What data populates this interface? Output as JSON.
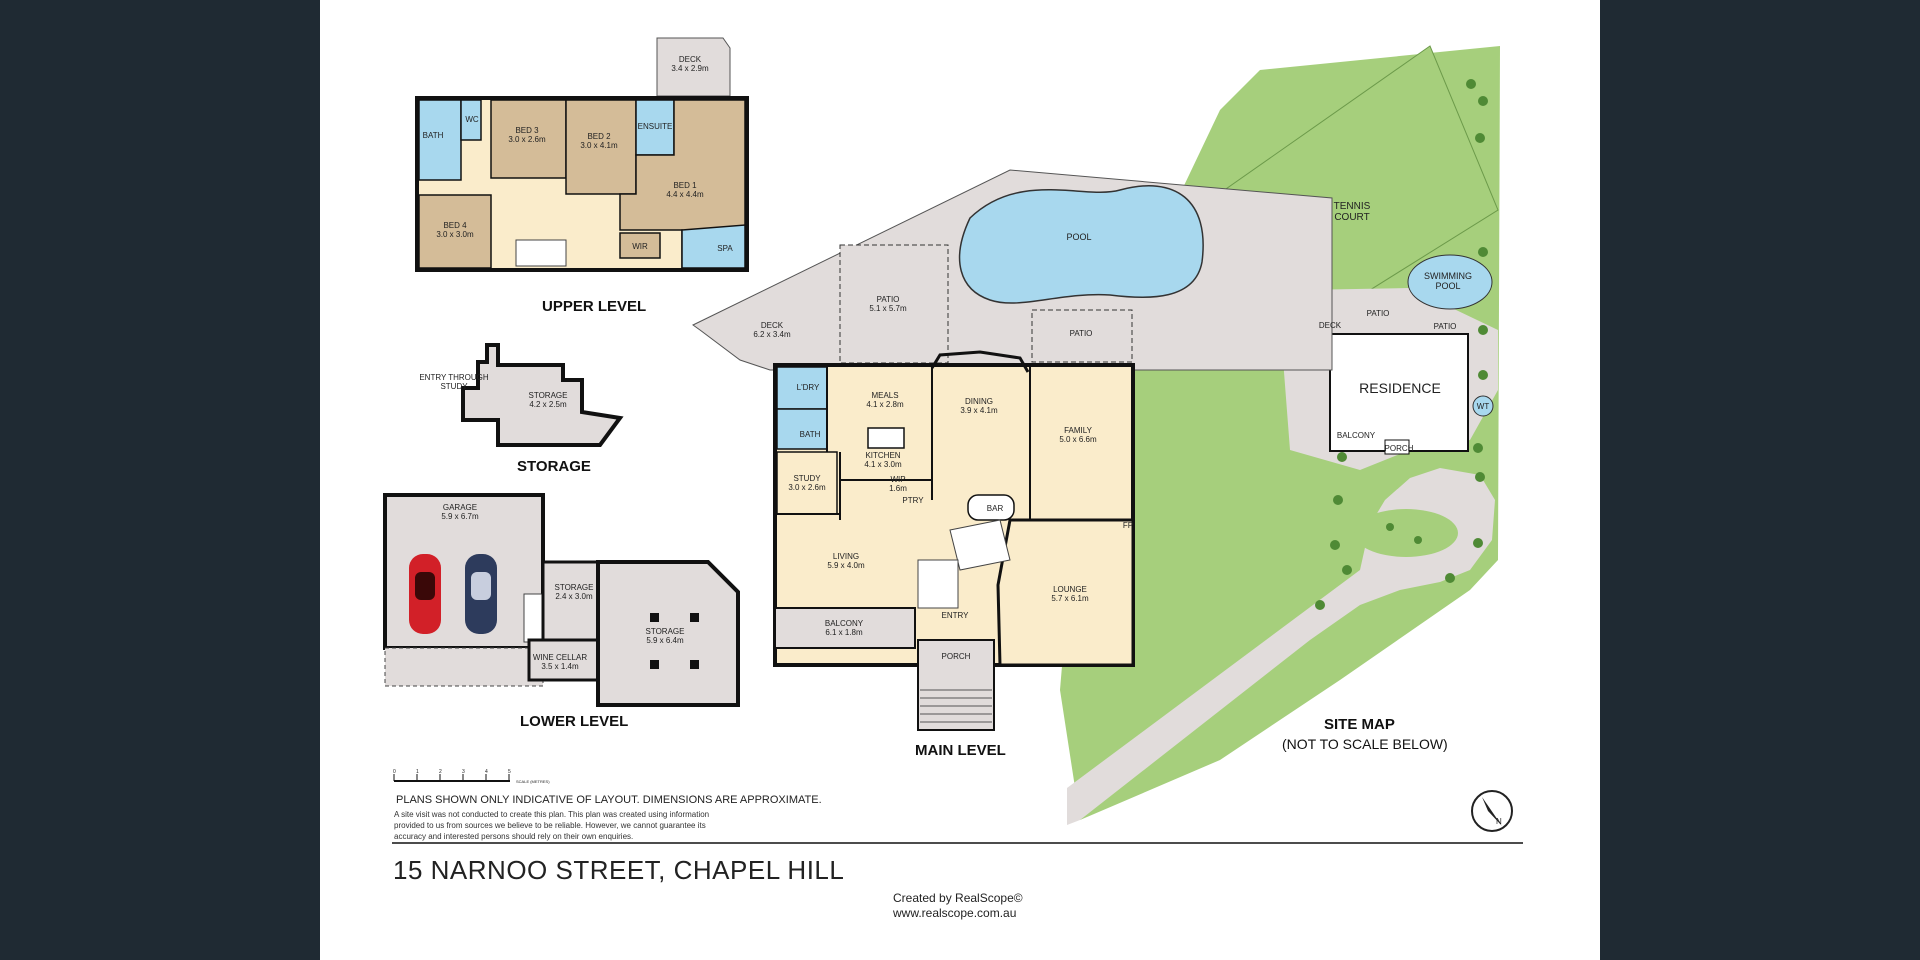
{
  "title": "15 NARNOO STREET, CHAPEL HILL",
  "levels": {
    "upper": "UPPER LEVEL",
    "storage": "STORAGE",
    "lower": "LOWER LEVEL",
    "main": "MAIN LEVEL",
    "site_map": "SITE MAP",
    "site_map_note": "(NOT TO SCALE BELOW)"
  },
  "rooms": {
    "upper": {
      "deck": [
        "DECK",
        "3.4 x 2.9m"
      ],
      "bath": [
        "BATH"
      ],
      "wc": [
        "WC"
      ],
      "bed3": [
        "BED 3",
        "3.0 x 2.6m"
      ],
      "bed2": [
        "BED 2",
        "3.0 x 4.1m"
      ],
      "ensuite": [
        "ENSUITE"
      ],
      "bed1": [
        "BED 1",
        "4.4 x 4.4m"
      ],
      "bed4": [
        "BED 4",
        "3.0 x 3.0m"
      ],
      "wir": [
        "WIR"
      ],
      "spa": [
        "SPA"
      ]
    },
    "storage_level": {
      "entry": [
        "ENTRY THROUGH",
        "STUDY"
      ],
      "storage": [
        "STORAGE",
        "4.2 x 2.5m"
      ]
    },
    "lower": {
      "garage": [
        "GARAGE",
        "5.9 x 6.7m"
      ],
      "storage_small": [
        "STORAGE",
        "2.4 x 3.0m"
      ],
      "storage_large": [
        "STORAGE",
        "5.9 x 6.4m"
      ],
      "wine_cellar": [
        "WINE CELLAR",
        "3.5 x 1.4m"
      ]
    },
    "main": {
      "pool": [
        "POOL"
      ],
      "patio_large": [
        "PATIO",
        "5.1 x 5.7m"
      ],
      "patio_small": [
        "PATIO"
      ],
      "deck": [
        "DECK",
        "6.2 x 3.4m"
      ],
      "laundry": [
        "L'DRY"
      ],
      "bath": [
        "BATH"
      ],
      "meals": [
        "MEALS",
        "4.1 x 2.8m"
      ],
      "dining": [
        "DINING",
        "3.9 x 4.1m"
      ],
      "family": [
        "FAMILY",
        "5.0 x 6.6m"
      ],
      "kitchen": [
        "KITCHEN",
        "4.1 x 3.0m"
      ],
      "study": [
        "STUDY",
        "3.0 x 2.6m"
      ],
      "wip": [
        "WIP",
        "1.6m"
      ],
      "pantry": [
        "PTRY"
      ],
      "bar": [
        "BAR"
      ],
      "fireplace": [
        "FP"
      ],
      "living": [
        "LIVING",
        "5.9 x 4.0m"
      ],
      "lounge": [
        "LOUNGE",
        "5.7 x 6.1m"
      ],
      "entry": [
        "ENTRY"
      ],
      "balcony": [
        "BALCONY",
        "6.1 x 1.8m"
      ],
      "porch": [
        "PORCH"
      ]
    },
    "site": {
      "tennis": [
        "TENNIS",
        "COURT"
      ],
      "swimming_pool": [
        "SWIMMING",
        "POOL"
      ],
      "deck": [
        "DECK"
      ],
      "patio_a": [
        "PATIO"
      ],
      "patio_b": [
        "PATIO"
      ],
      "residence": [
        "RESIDENCE"
      ],
      "wt": [
        "WT"
      ],
      "balcony": [
        "BALCONY"
      ],
      "porch": [
        "PORCH"
      ]
    }
  },
  "scale_bar": {
    "numbers": [
      "0",
      "1",
      "2",
      "3",
      "4",
      "5"
    ],
    "label": "SCALE (METRES)"
  },
  "disclaimer": "PLANS SHOWN ONLY INDICATIVE OF LAYOUT.  DIMENSIONS ARE APPROXIMATE.",
  "fine_print": [
    "A site visit was not conducted to create this plan. This plan was created using information",
    "provided to us from sources we believe to be reliable. However, we cannot guarantee its",
    "accuracy and interested persons should rely on their own enquiries."
  ],
  "credit": {
    "line1": "Created by RealScope©",
    "line2": "www.realscope.com.au"
  },
  "compass": "N",
  "colors": {
    "background": "#1f2a33",
    "sheet": "#ffffff",
    "bedroom": "#d4bc98",
    "living": "#faeccb",
    "wet_area": "#a8d8ee",
    "outdoor": "#e1dcdb",
    "lawn": "#a6cf7c",
    "wall": "#1a1a1a"
  }
}
